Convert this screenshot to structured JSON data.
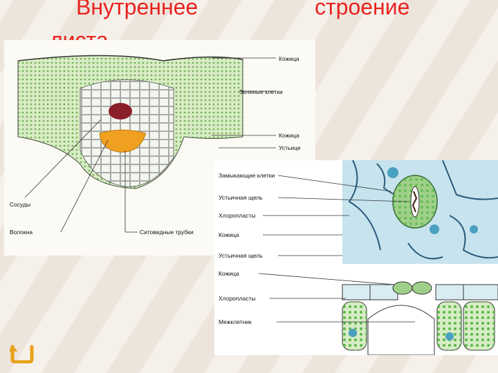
{
  "title": {
    "word1": "Внутреннее",
    "word2": "строение",
    "word3": "листа"
  },
  "diagram_top": {
    "labels": {
      "epidermis_top": "Кожица",
      "green_cells": "Зеленые клетки",
      "epidermis_bottom": "Кожица",
      "stoma": "Устьице",
      "vessels": "Сосуды",
      "fibers": "Волокна",
      "sieve_tubes": "Ситовидные трубки"
    }
  },
  "diagram_bottom": {
    "labels": {
      "guard_cells": "Замыкающие клетки",
      "stomatal_slit_1": "Устьичная щель",
      "chloroplasts_1": "Хлоропласты",
      "epidermis_1": "Кожица",
      "stomatal_slit_2": "Устьичная щель",
      "epidermis_2": "Кожица",
      "chloroplasts_2": "Хлоропласты",
      "intercellular": "Межклетник"
    }
  },
  "colors": {
    "title": "#e8231f",
    "mesophyll": "#8cc26a",
    "xylem": "#8a1f2a",
    "phloem": "#f0a020",
    "epidermis_fill": "#b8dce8",
    "nav_icon": "#e8a21a"
  },
  "nav": {
    "icon": "return-arrow-icon"
  }
}
